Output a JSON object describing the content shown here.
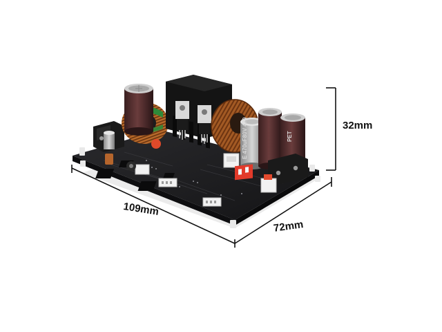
{
  "dimensions": {
    "length_label": "109mm",
    "width_label": "72mm",
    "height_label": "32mm"
  },
  "capacitor_markings": {
    "front_left": "E 470uF80V 470",
    "front_right": "PET"
  },
  "colors": {
    "pcb": "#1c1c1e",
    "heatsink": "#151515",
    "capacitor_body": "#4a2a2a",
    "capacitor_top": "#c9c9c9",
    "copper_coil": "#b0652a",
    "toroid_green": "#2f8a3a",
    "connector_white": "#f2f2f2",
    "dip_switch_red": "#e23a2a",
    "dimension_line": "#111111"
  }
}
